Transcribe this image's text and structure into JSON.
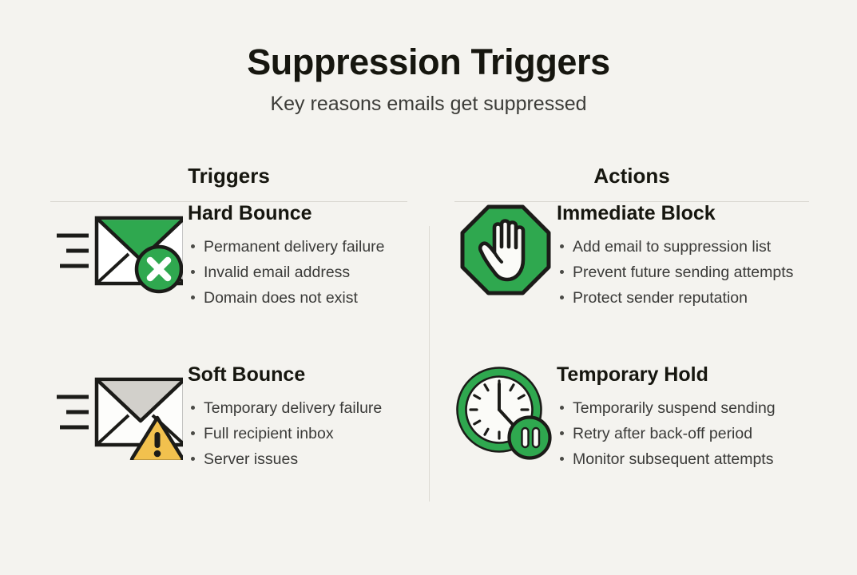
{
  "header": {
    "title": "Suppression Triggers",
    "subtitle": "Key reasons emails get suppressed"
  },
  "colors": {
    "background": "#f4f3ef",
    "green": "#2fa84f",
    "amber": "#f2c14e",
    "ink": "#16160f",
    "body_text": "#3a3a38",
    "rule": "#d8d6cf",
    "envelope_body": "#ffffff",
    "soft_flap_gray": "#d2d0cb"
  },
  "columns": [
    {
      "heading": "Triggers",
      "entries": [
        {
          "icon": "envelope-x-icon",
          "title": "Hard Bounce",
          "bullets": [
            "Permanent delivery failure",
            "Invalid email address",
            "Domain does not exist"
          ]
        },
        {
          "icon": "envelope-warning-icon",
          "title": "Soft Bounce",
          "bullets": [
            "Temporary delivery failure",
            "Full recipient inbox",
            "Server issues"
          ]
        }
      ]
    },
    {
      "heading": "Actions",
      "entries": [
        {
          "icon": "stop-hand-octagon-icon",
          "title": "Immediate Block",
          "bullets": [
            "Add email to suppression list",
            "Prevent future sending attempts",
            "Protect sender reputation"
          ]
        },
        {
          "icon": "clock-pause-icon",
          "title": "Temporary Hold",
          "bullets": [
            "Temporarily suspend sending",
            "Retry after back-off period",
            "Monitor subsequent attempts"
          ]
        }
      ]
    }
  ]
}
